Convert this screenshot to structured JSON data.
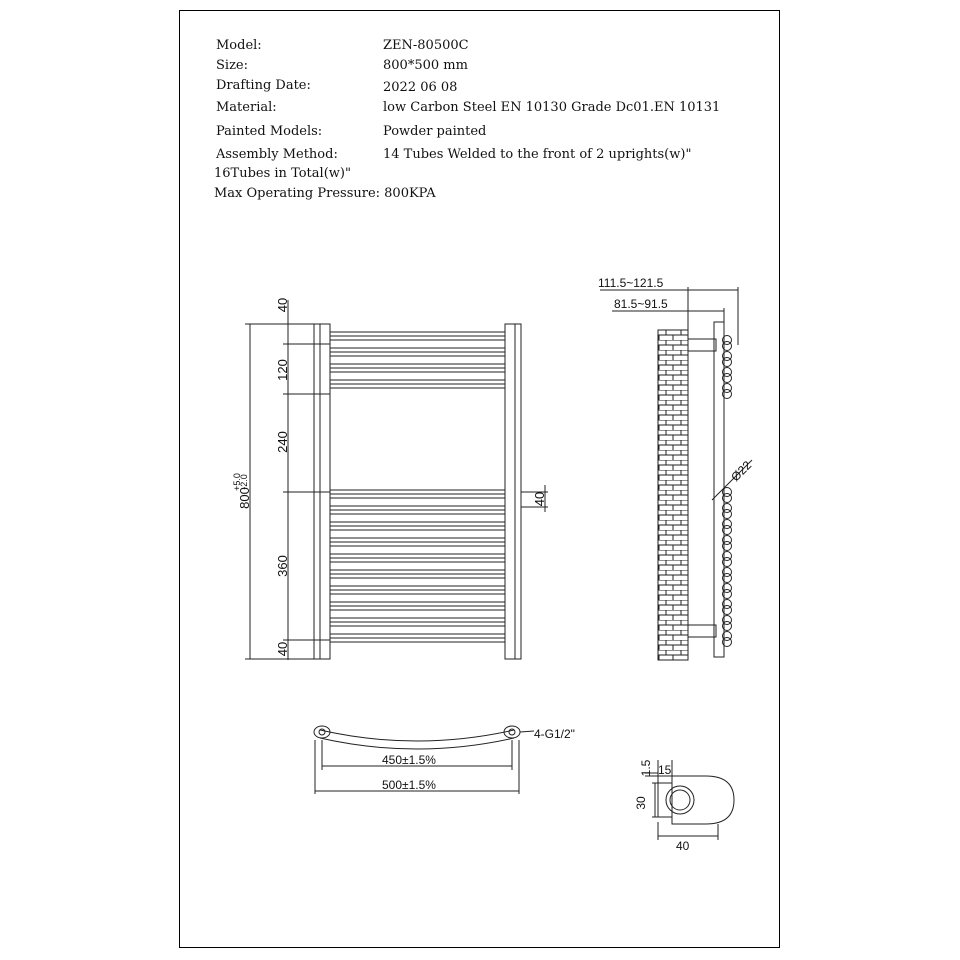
{
  "spec": {
    "model_label": "Model:",
    "model_value": "ZEN-80500C",
    "size_label": "Size:",
    "size_value": "800*500 mm",
    "date_label": "Drafting Date:",
    "date_value": "2022 06 08",
    "material_label": "Material:",
    "material_value": "low Carbon Steel  EN 10130 Grade Dc01.EN 10131",
    "painted_label": "Painted Models:",
    "painted_value": "Powder painted",
    "assembly_label": "Assembly Method:",
    "assembly_value": "14 Tubes Welded to the front of 2 uprights(w)\"",
    "assembly_cont": "16Tubes in Total(w)\"",
    "pressure_line": "Max Operating Pressure: 800KPA"
  },
  "front_view": {
    "dim_top": "40",
    "dim_120": "120",
    "dim_240": "240",
    "dim_360": "360",
    "dim_bottom": "40",
    "dim_tube_gap": "40",
    "height_main": "800",
    "height_tol_plus": "+5.0",
    "height_tol_minus": "-2.0"
  },
  "side_view": {
    "dim_outer": "111.5~121.5",
    "dim_inner": "81.5~91.5",
    "dim_tube": "Ø22"
  },
  "top_view": {
    "dim_inner": "450±1.5%",
    "dim_outer": "500±1.5%",
    "connection": "4-G1/2\""
  },
  "section_view": {
    "dim_15": "1.5",
    "dim_15b": "15",
    "dim_30": "30",
    "dim_40": "40"
  }
}
